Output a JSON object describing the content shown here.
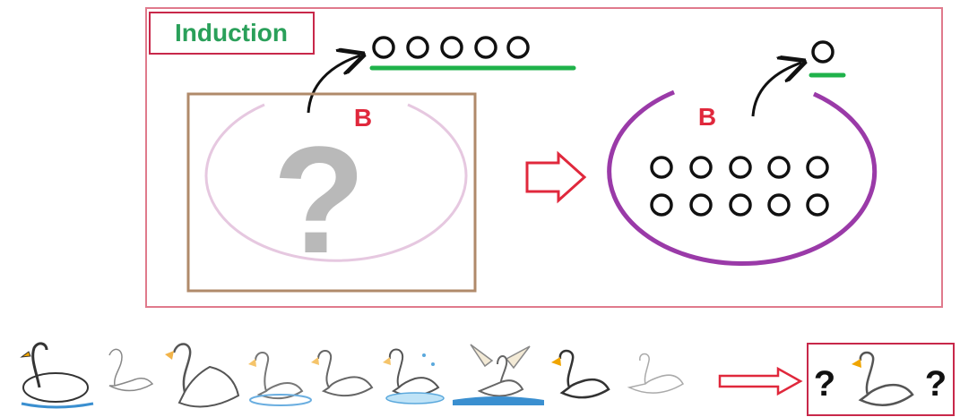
{
  "title": "Induction",
  "left_set": {
    "label": "B",
    "unknown_symbol": "?"
  },
  "right_set": {
    "label": "B",
    "circles_count": 10
  },
  "sample_circles_count": 5,
  "swans": {
    "count": 9,
    "result_left": "?",
    "result_right": "?"
  },
  "colors": {
    "outer_frame": "#e07a8c",
    "title_frame": "#c8284a",
    "title_text": "#2aa05a",
    "green_underline": "#1fb24a",
    "left_box": "#b08a6a",
    "left_ellipse": "#e6c8e0",
    "question_mark": "#b9b9b9",
    "label_B": "#e0283c",
    "right_ellipse": "#9a3aa8",
    "arrow_red": "#e0283c"
  }
}
